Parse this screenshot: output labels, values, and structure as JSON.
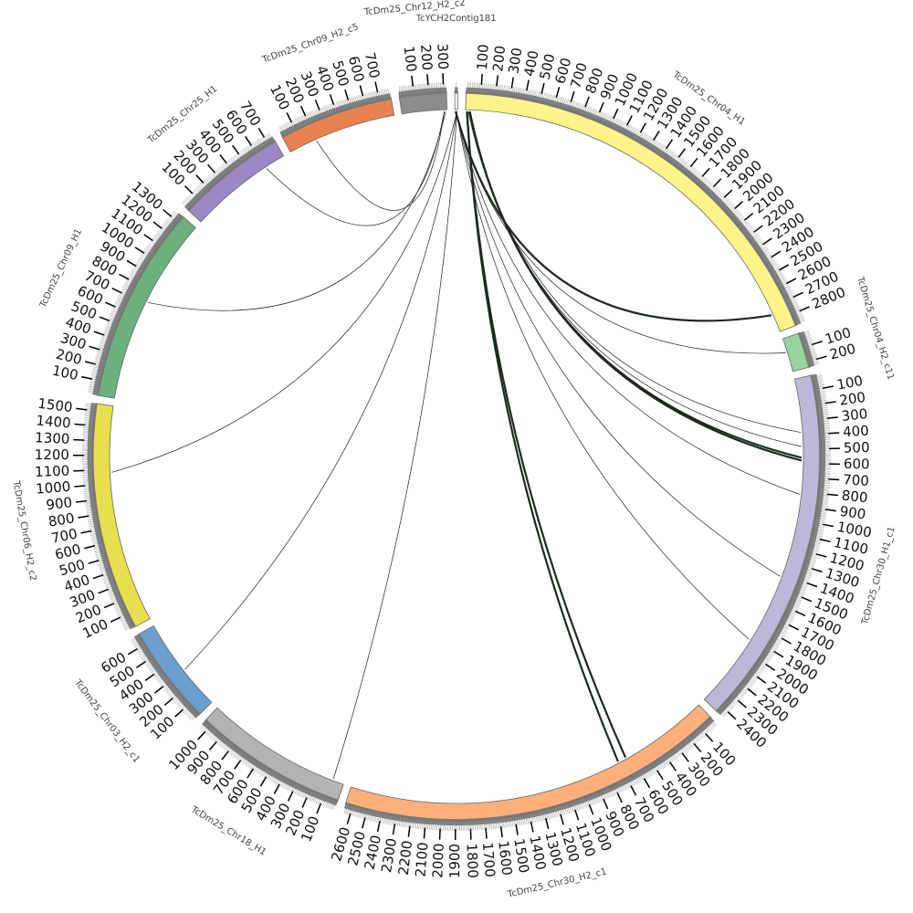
{
  "chart_data": {
    "type": "circos",
    "tick_interval": 100,
    "segments": [
      {
        "name": "TcDm25_Chr04_H1",
        "length": 2880,
        "color": "#fff48a"
      },
      {
        "name": "TcDm25_Chr04_H2_c11",
        "length": 240,
        "color": "#98d49c"
      },
      {
        "name": "TcDm25_Chr30_H1_c1",
        "length": 2450,
        "color": "#bcb8d9"
      },
      {
        "name": "TcDm25_Chr30_H2_c1",
        "length": 2650,
        "color": "#ffb07a"
      },
      {
        "name": "TcDm25_Chr18_H1",
        "length": 1050,
        "color": "#b3b3b3"
      },
      {
        "name": "TcDm25_Chr03_H2_c1",
        "length": 680,
        "color": "#6a9fcf"
      },
      {
        "name": "TcDm25_Chr06_H2_c2",
        "length": 1550,
        "color": "#e8df4f"
      },
      {
        "name": "TcDm25_Chr09_H1",
        "length": 1350,
        "color": "#6ab17e"
      },
      {
        "name": "TcDm25_Chr25_H1",
        "length": 750,
        "color": "#9b88c4"
      },
      {
        "name": "TcDm25_Chr09_H2_c5",
        "length": 780,
        "color": "#e8834f"
      },
      {
        "name": "TcDm25_Chr12_H2_c2",
        "length": 320,
        "color": "#8c8c8c"
      },
      {
        "name": "TcYCH2Contig181",
        "length": 20,
        "color": "#ffffff"
      }
    ],
    "links": [
      {
        "from": [
          11,
          5
        ],
        "to": [
          0,
          2750
        ],
        "weight": 3
      },
      {
        "from": [
          11,
          5
        ],
        "to": [
          1,
          100
        ],
        "weight": 1
      },
      {
        "from": [
          0,
          20
        ],
        "to": [
          2,
          380
        ],
        "weight": 1
      },
      {
        "from": [
          0,
          20
        ],
        "to": [
          2,
          480
        ],
        "weight": 1
      },
      {
        "from": [
          0,
          30
        ],
        "to": [
          2,
          560
        ],
        "weight": 3
      },
      {
        "from": [
          0,
          30
        ],
        "to": [
          2,
          580
        ],
        "weight": 3
      },
      {
        "from": [
          11,
          10
        ],
        "to": [
          2,
          820
        ],
        "weight": 1
      },
      {
        "from": [
          11,
          10
        ],
        "to": [
          2,
          1420
        ],
        "weight": 1
      },
      {
        "from": [
          11,
          10
        ],
        "to": [
          2,
          1920
        ],
        "weight": 1
      },
      {
        "from": [
          0,
          10
        ],
        "to": [
          3,
          640
        ],
        "weight": 3
      },
      {
        "from": [
          0,
          10
        ],
        "to": [
          3,
          700
        ],
        "weight": 3
      },
      {
        "from": [
          11,
          15
        ],
        "to": [
          4,
          80
        ],
        "weight": 1
      },
      {
        "from": [
          11,
          15
        ],
        "to": [
          5,
          300
        ],
        "weight": 1
      },
      {
        "from": [
          11,
          15
        ],
        "to": [
          6,
          1080
        ],
        "weight": 1
      },
      {
        "from": [
          10,
          310
        ],
        "to": [
          7,
          720
        ],
        "weight": 1
      },
      {
        "from": [
          10,
          300
        ],
        "to": [
          8,
          600
        ],
        "weight": 1
      },
      {
        "from": [
          10,
          300
        ],
        "to": [
          9,
          200
        ],
        "weight": 1
      }
    ]
  }
}
